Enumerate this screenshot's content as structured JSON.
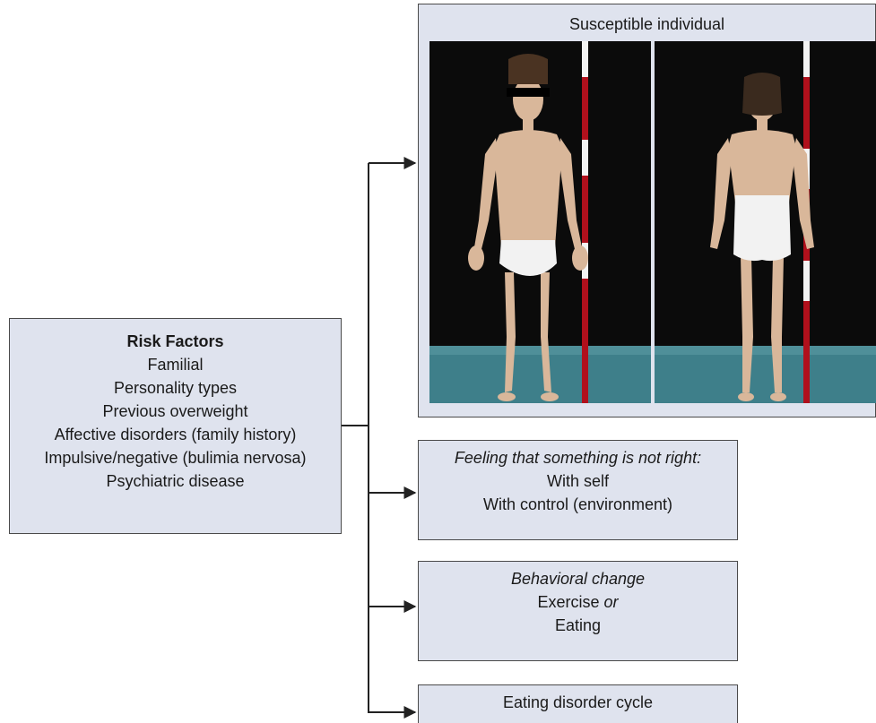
{
  "risk_factors": {
    "title": "Risk Factors",
    "items": [
      "Familial",
      "Personality types",
      "Previous overweight",
      "Affective disorders (family history)",
      "Impulsive/negative (bulimia nervosa)",
      "Psychiatric disease"
    ]
  },
  "susceptible": {
    "title": "Susceptible individual"
  },
  "feeling": {
    "heading": "Feeling that something is not right:",
    "items": [
      "With self",
      "With control (environment)"
    ]
  },
  "behavior": {
    "heading": "Behavioral change",
    "item1_prefix": "Exercise",
    "item1_conj": "or",
    "item2": "Eating"
  },
  "cycle": {
    "title": "Eating disorder cycle"
  },
  "colors": {
    "box_fill": "#dfe3ee",
    "box_border": "#4a4a4a",
    "connector": "#222222",
    "photo_bg": "#0b0b0b",
    "floor": "#3e7f8a",
    "skin": "#d9b79a",
    "underwear": "#f2f2f2",
    "scale_red": "#b0101c",
    "scale_white": "#f4f4f4"
  }
}
